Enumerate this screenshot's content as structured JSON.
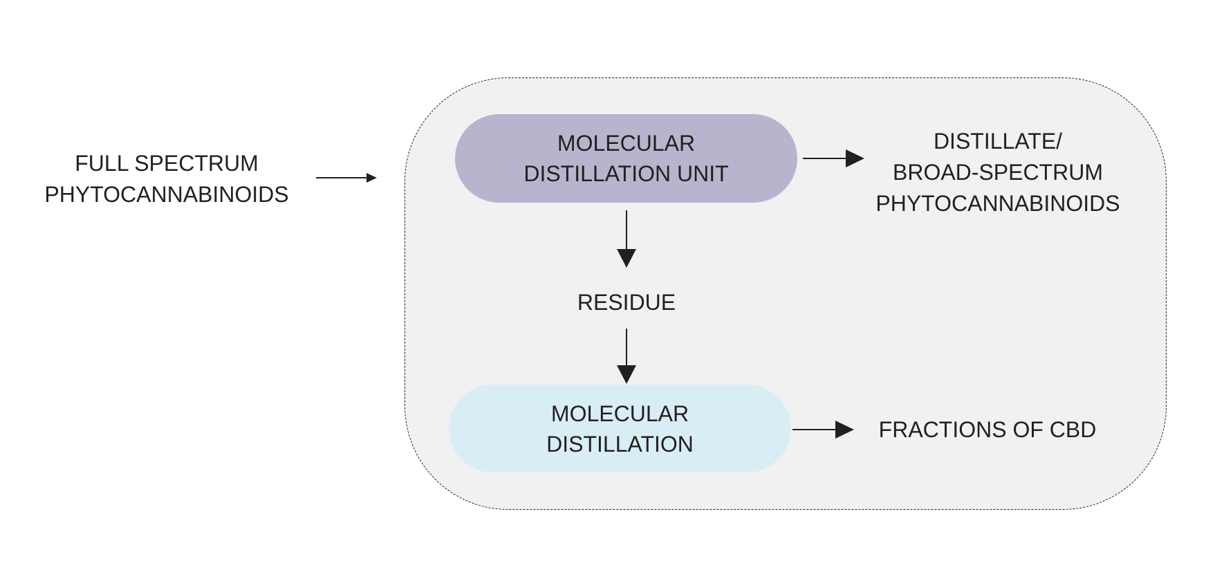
{
  "diagram": {
    "input": {
      "lines": [
        "FULL SPECTRUM",
        "PHYTOCANNABINOIDS"
      ]
    },
    "process_group": {
      "border_style": "dashed",
      "fill_color": "#f1f1f1"
    },
    "unit_primary": {
      "lines": [
        "MOLECULAR",
        "DISTILLATION UNIT"
      ],
      "fill_color": "#b7b5ce"
    },
    "output_distillate": {
      "lines": [
        "DISTILLATE/",
        "BROAD-SPECTRUM",
        "PHYTOCANNABINOIDS"
      ]
    },
    "intermediate": {
      "label": "RESIDUE"
    },
    "unit_secondary": {
      "lines": [
        "MOLECULAR",
        "DISTILLATION"
      ],
      "fill_color": "#d9eef4"
    },
    "output_fractions": {
      "label": "FRACTIONS OF CBD"
    },
    "edges": [
      {
        "from": "input",
        "to": "process_group"
      },
      {
        "from": "unit_primary",
        "to": "output_distillate"
      },
      {
        "from": "unit_primary",
        "to": "intermediate"
      },
      {
        "from": "intermediate",
        "to": "unit_secondary"
      },
      {
        "from": "unit_secondary",
        "to": "output_fractions"
      }
    ],
    "text_color": "#231f20"
  }
}
